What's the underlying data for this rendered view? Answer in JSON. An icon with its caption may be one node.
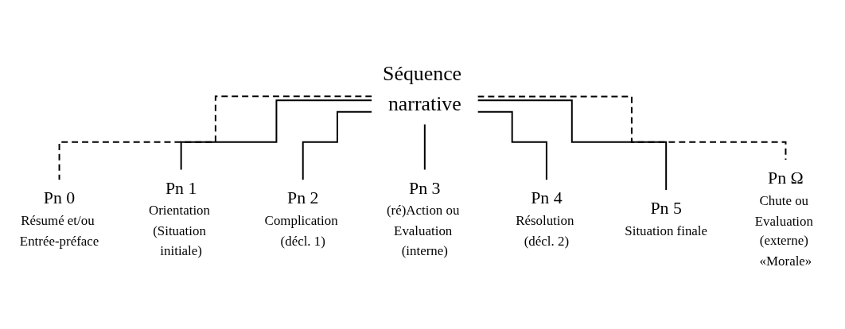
{
  "diagram": {
    "nodes": [
      {
        "text": [
          "Séquence narrative"
        ]
      },
      {
        "text": [
          "Pn 0",
          "Résumé et/ou Entrée-préface"
        ]
      },
      {
        "text": [
          "Pn 1",
          "Orientation (Situation initiale)"
        ]
      },
      {
        "text": [
          "Pn 2",
          "Complication (décl. 1)"
        ]
      },
      {
        "text": [
          "Pn 3",
          "(ré)Action ou Evaluation (interne)"
        ]
      },
      {
        "text": [
          "Pn 4",
          "Résolution (décl. 2)"
        ]
      },
      {
        "text": [
          "Pn 5",
          "Situation finale"
        ]
      },
      {
        "text": [
          "Pn Ω",
          "Chute ou Evaluation (externe) «Morale»"
        ]
      }
    ],
    "edges": [
      {
        "from": 0,
        "to": 1,
        "arrow": "none",
        "style": "dashed"
      },
      {
        "from": 0,
        "to": 2,
        "arrow": "none"
      },
      {
        "from": 0,
        "to": 3,
        "arrow": "none"
      },
      {
        "from": 0,
        "to": 4,
        "arrow": "none"
      },
      {
        "from": 0,
        "to": 5,
        "arrow": "none"
      },
      {
        "from": 0,
        "to": 6,
        "arrow": "none"
      },
      {
        "from": 0,
        "to": 7,
        "arrow": "none",
        "style": "dashed"
      }
    ]
  }
}
